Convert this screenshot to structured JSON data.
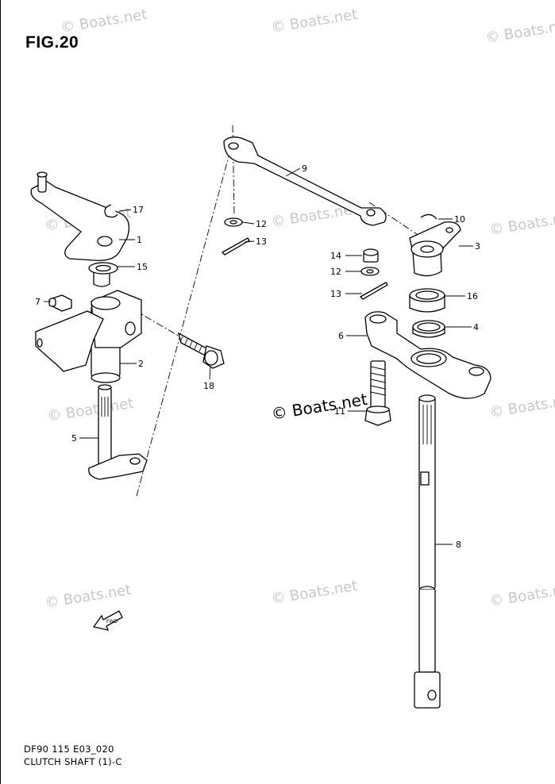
{
  "figure": {
    "title": "FIG.20",
    "code": "DF90 115 E03_020",
    "name": "CLUTCH SHAFT (1)-C"
  },
  "watermark_text": "© Boats.net",
  "direction_label": "FWD",
  "part_labels": [
    "1",
    "2",
    "3",
    "4",
    "5",
    "6",
    "7",
    "8",
    "9",
    "10",
    "11",
    "12",
    "13",
    "14",
    "15",
    "16",
    "17",
    "18"
  ],
  "callouts": {
    "p1": "1",
    "p2": "2",
    "p3": "3",
    "p4": "4",
    "p5": "5",
    "p6": "6",
    "p7": "7",
    "p8": "8",
    "p9": "9",
    "p10": "10",
    "p11": "11",
    "p12a": "12",
    "p12b": "12",
    "p13a": "13",
    "p13b": "13",
    "p14": "14",
    "p15": "15",
    "p16": "16",
    "p17": "17",
    "p18": "18"
  }
}
